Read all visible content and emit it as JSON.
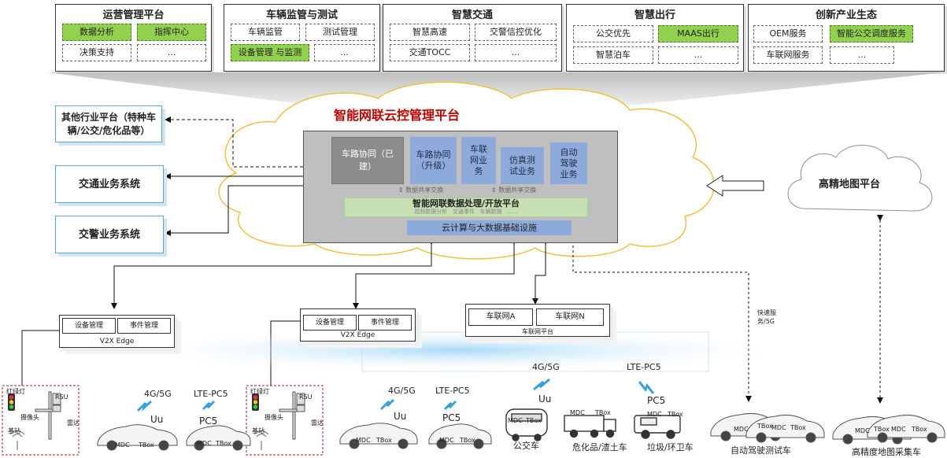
{
  "top_panels": [
    {
      "title": "运营管理平台",
      "chips": [
        {
          "label": "数据分析",
          "green": true
        },
        {
          "label": "指挥中心",
          "green": true
        },
        {
          "label": "决策支持",
          "green": false
        },
        {
          "label": "...",
          "green": false
        }
      ]
    },
    {
      "title": "车辆监管与测试",
      "chips": [
        {
          "label": "车辆监管",
          "green": false
        },
        {
          "label": "测试管理",
          "green": false
        },
        {
          "label": "设备管理 与监测",
          "green": true
        },
        {
          "label": "...",
          "green": false
        }
      ]
    },
    {
      "title": "智慧交通",
      "chips": [
        {
          "label": "智慧高速",
          "green": false
        },
        {
          "label": "交警信控优化",
          "green": false
        },
        {
          "label": "交通TOCC",
          "green": false
        },
        {
          "label": "...",
          "green": false
        }
      ]
    },
    {
      "title": "智慧出行",
      "chips": [
        {
          "label": "公交优先",
          "green": false
        },
        {
          "label": "MAAS出行",
          "green": true
        },
        {
          "label": "智慧泊车",
          "green": false
        },
        {
          "label": "...",
          "green": false
        }
      ]
    },
    {
      "title": "创新产业生态",
      "chips": [
        {
          "label": "OEM服务",
          "green": false
        },
        {
          "label": "智能公交调度服务",
          "green": true
        },
        {
          "label": "车联网服务",
          "green": false
        },
        {
          "label": "...",
          "green": false
        }
      ]
    }
  ],
  "left_systems": {
    "other": "其他行业平台（特种车辆/公交/危化品等）",
    "traffic": "交通业务系统",
    "police": "交警业务系统"
  },
  "cloud": {
    "title": "智能网联云控管理平台",
    "gray_box": "车路协同（已建）",
    "modules": [
      "车路协同（升级）",
      "车联网业务",
      "仿真测试业务",
      "自动驾驶业务"
    ],
    "exchange_1": "数据共享交换",
    "exchange_2": "数据共享交换",
    "data_platform": "智能网联数据处理/开放平台",
    "sub_items": [
      "视频数据分析",
      "交通事件",
      "车辆数据",
      "......"
    ],
    "infra": "云计算与大数据基础设施"
  },
  "hd_map": "高精地图平台",
  "edges": [
    {
      "device": "设备管理",
      "event": "事件管理",
      "label": "V2X Edge"
    },
    {
      "device": "设备管理",
      "event": "事件管理",
      "label": "V2X Edge"
    }
  ],
  "vehicle_net": {
    "a": "车联网A",
    "n": "车联网N",
    "label": "车联网平台"
  },
  "roadside": {
    "light": "红绿灯",
    "radar": "摄像头",
    "rsu": "RSU",
    "rad": "雷达",
    "station": "基站",
    "cam": "摄像头"
  },
  "labels": {
    "g45_1": "4G/5G",
    "ltepc5_1": "LTE-PC5",
    "uu_1": "Uu",
    "pc5_1": "PC5",
    "g45_2": "4G/5G",
    "ltepc5_2": "LTE-PC5",
    "uu_2": "Uu",
    "pc5_2": "PC5",
    "g45_3": "4G/5G",
    "ltepc5_3": "LTE-PC5",
    "uu_3": "Uu",
    "pc5_3": "PC5",
    "remote": "快速服务/5G"
  },
  "vehicles": {
    "bus": "公交车",
    "hazard": "危化品/渣土车",
    "sanitation": "垃圾/环卫车",
    "auto": "自动驾驶测试车",
    "mapcar": "高精度地图采集车",
    "mdc": "MDC",
    "tbox": "TBox"
  },
  "colors": {
    "green": "#92d050",
    "blue": "#8eaadb",
    "title_red": "#c00000",
    "cloud_line": "#f0c040"
  }
}
